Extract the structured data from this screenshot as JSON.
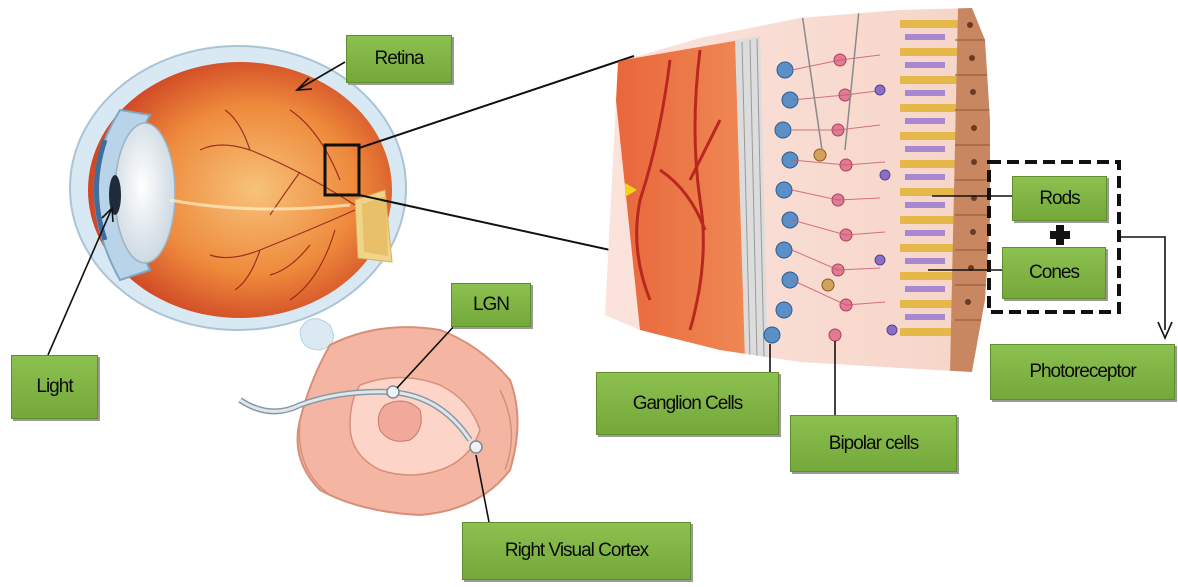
{
  "labels": {
    "retina": "Retina",
    "light": "Light",
    "lgn": "LGN",
    "right_visual_cortex": "Right Visual Cortex",
    "ganglion_cells": "Ganglion Cells",
    "bipolar_cells": "Bipolar cells",
    "rods": "Rods",
    "cones": "Cones",
    "photoreceptor": "Photoreceptor"
  },
  "colors": {
    "label_green": "#7cb342",
    "sclera": "#cfe3ee",
    "eye_interior": "#e8762f",
    "vessel": "#b8281e",
    "tissue_pink": "#f3b8a8",
    "ganglion_blue": "#5b8fc8",
    "bipolar_red": "#d9476a",
    "rod_cone_yellow": "#e6b84a",
    "brain_pink": "#f4b6a2"
  }
}
